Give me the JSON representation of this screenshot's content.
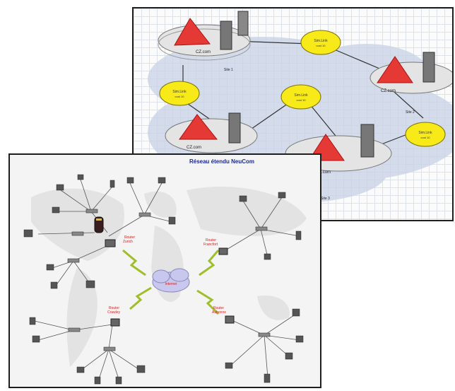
{
  "back_diagram": {
    "sites": [
      {
        "label": "CZ.com"
      },
      {
        "label": "Site 1"
      },
      {
        "label": "CZ.com"
      },
      {
        "label": "Site 2"
      },
      {
        "label": "CZ.com"
      },
      {
        "label": "Site 3"
      },
      {
        "label": "CZ.com"
      }
    ],
    "link_nodes": [
      {
        "line1": "Sim.Link",
        "line2": "cost 10"
      },
      {
        "line1": "Sim.Link",
        "line2": "cost 10"
      },
      {
        "line1": "Sim.Link",
        "line2": "cost 10"
      },
      {
        "line1": "Sim.Link",
        "line2": "cost 10"
      }
    ]
  },
  "front_diagram": {
    "title": "Réseau étendu NeuCom",
    "wan_label": "Internet",
    "routers": [
      {
        "line1": "Router",
        "line2": "Zurich"
      },
      {
        "line1": "Router",
        "line2": "Francfort"
      },
      {
        "line1": "Router",
        "line2": "Crawley"
      },
      {
        "line1": "Router",
        "line2": "Aubonne"
      }
    ]
  },
  "colors": {
    "link_node": "#f7ea18",
    "site_marker": "#e53935",
    "router_label": "#d42020",
    "title": "#1a2a9e",
    "cloud": "#c8d2e6"
  }
}
